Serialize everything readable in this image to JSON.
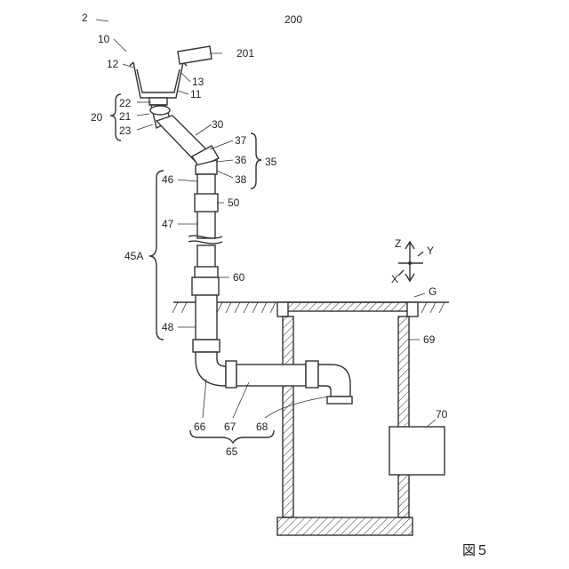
{
  "figure_label": "図５",
  "labels": {
    "l2": "2",
    "l10": "10",
    "l12": "12",
    "l13": "13",
    "l11": "11",
    "l200": "200",
    "l201": "201",
    "l20": "20",
    "l22": "22",
    "l21": "21",
    "l23": "23",
    "l30": "30",
    "l35": "35",
    "l37": "37",
    "l36": "36",
    "l38": "38",
    "l46": "46",
    "l50": "50",
    "l47": "47",
    "l45A": "45A",
    "l60": "60",
    "l48": "48",
    "lG": "G",
    "l69": "69",
    "l70": "70",
    "l66": "66",
    "l67": "67",
    "l68": "68",
    "l65": "65"
  },
  "axes": {
    "z": "Z",
    "y": "Y",
    "x": "X"
  }
}
